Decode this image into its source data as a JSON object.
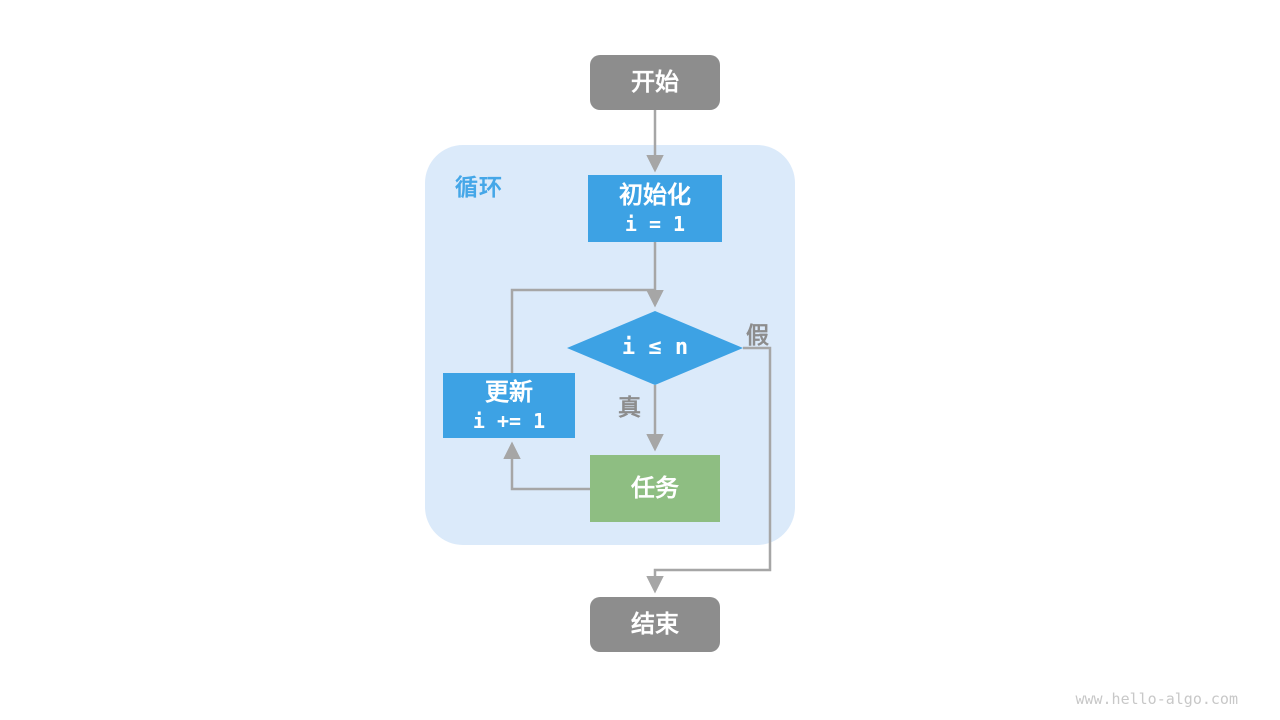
{
  "diagram": {
    "loop_label": "循环",
    "nodes": {
      "start": {
        "label": "开始"
      },
      "init": {
        "label": "初始化",
        "code": "i = 1"
      },
      "condition": {
        "label": "i ≤ n"
      },
      "update": {
        "label": "更新",
        "code": "i += 1"
      },
      "task": {
        "label": "任务"
      },
      "end": {
        "label": "结束"
      }
    },
    "edge_labels": {
      "true_branch": "真",
      "false_branch": "假"
    },
    "colors": {
      "terminal_gray": "#8d8d8d",
      "process_blue": "#3da2e4",
      "task_green": "#8ebe82",
      "loop_container_blue": "#dbeafa",
      "loop_label_blue": "#45a7e8",
      "arrow_gray": "#a6a6a6",
      "watermark_gray": "#c8c8c8"
    },
    "watermark": "www.hello-algo.com"
  }
}
